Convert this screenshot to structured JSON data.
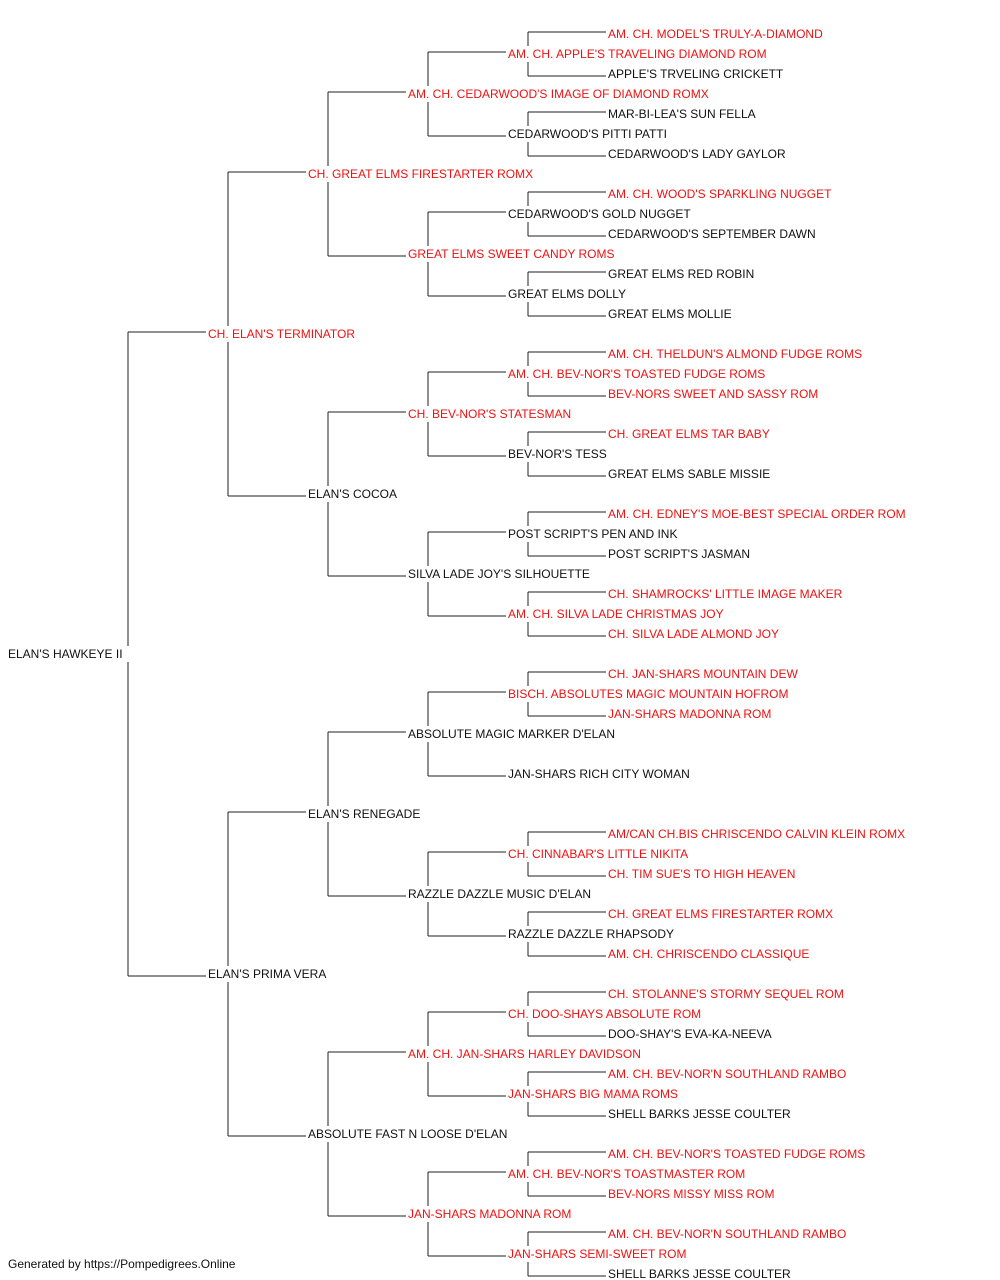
{
  "colors": {
    "champion": "#ee1111",
    "normal": "#111111",
    "line": "#222222"
  },
  "footer": "Generated by https://Pompedigrees.Online",
  "pedigree": {
    "name": "ELAN'S HAWKEYE II",
    "champion": false,
    "sire": {
      "name": "CH. ELAN'S TERMINATOR",
      "champion": true,
      "sire": {
        "name": "CH. GREAT ELMS FIRESTARTER ROMX",
        "champion": true,
        "sire": {
          "name": "AM. CH. CEDARWOOD'S IMAGE OF DIAMOND ROMX",
          "champion": true,
          "sire": {
            "name": "AM. CH. APPLE'S TRAVELING DIAMOND ROM",
            "champion": true,
            "sire": {
              "name": "AM. CH. MODEL'S TRULY-A-DIAMOND",
              "champion": true
            },
            "dam": {
              "name": "APPLE'S TRVELING CRICKETT",
              "champion": false
            }
          },
          "dam": {
            "name": "CEDARWOOD'S PITTI PATTI",
            "champion": false,
            "sire": {
              "name": "MAR-BI-LEA'S SUN FELLA",
              "champion": false
            },
            "dam": {
              "name": "CEDARWOOD'S LADY GAYLOR",
              "champion": false
            }
          }
        },
        "dam": {
          "name": "GREAT ELMS SWEET CANDY ROMS",
          "champion": true,
          "sire": {
            "name": "CEDARWOOD'S GOLD NUGGET",
            "champion": false,
            "sire": {
              "name": "AM. CH. WOOD'S SPARKLING NUGGET",
              "champion": true
            },
            "dam": {
              "name": "CEDARWOOD'S SEPTEMBER DAWN",
              "champion": false
            }
          },
          "dam": {
            "name": "GREAT ELMS DOLLY",
            "champion": false,
            "sire": {
              "name": "GREAT ELMS RED ROBIN",
              "champion": false
            },
            "dam": {
              "name": "GREAT ELMS MOLLIE",
              "champion": false
            }
          }
        }
      },
      "dam": {
        "name": "ELAN'S COCOA",
        "champion": false,
        "sire": {
          "name": "CH. BEV-NOR'S STATESMAN",
          "champion": true,
          "sire": {
            "name": "AM. CH. BEV-NOR'S TOASTED FUDGE ROMS",
            "champion": true,
            "sire": {
              "name": "AM. CH. THELDUN'S ALMOND FUDGE ROMS",
              "champion": true
            },
            "dam": {
              "name": "BEV-NORS SWEET AND SASSY ROM",
              "champion": true
            }
          },
          "dam": {
            "name": "BEV-NOR'S TESS",
            "champion": false,
            "sire": {
              "name": "CH. GREAT ELMS TAR BABY",
              "champion": true
            },
            "dam": {
              "name": "GREAT ELMS SABLE MISSIE",
              "champion": false
            }
          }
        },
        "dam": {
          "name": "SILVA LADE JOY'S SILHOUETTE",
          "champion": false,
          "sire": {
            "name": "POST SCRIPT'S PEN AND INK",
            "champion": false,
            "sire": {
              "name": "AM. CH. EDNEY'S MOE-BEST SPECIAL ORDER ROM",
              "champion": true
            },
            "dam": {
              "name": "POST SCRIPT'S JASMAN",
              "champion": false
            }
          },
          "dam": {
            "name": "AM. CH. SILVA LADE CHRISTMAS JOY",
            "champion": true,
            "sire": {
              "name": "CH. SHAMROCKS' LITTLE IMAGE MAKER",
              "champion": true
            },
            "dam": {
              "name": "CH. SILVA LADE ALMOND JOY",
              "champion": true
            }
          }
        }
      }
    },
    "dam": {
      "name": "ELAN'S PRIMA VERA",
      "champion": false,
      "sire": {
        "name": "ELAN'S RENEGADE",
        "champion": false,
        "sire": {
          "name": "ABSOLUTE MAGIC MARKER D'ELAN",
          "champion": false,
          "sire": {
            "name": "BISCH. ABSOLUTES MAGIC MOUNTAIN HOFROM",
            "champion": true,
            "sire": {
              "name": "CH. JAN-SHARS MOUNTAIN DEW",
              "champion": true
            },
            "dam": {
              "name": "JAN-SHARS MADONNA ROM",
              "champion": true
            }
          },
          "dam": {
            "name": "JAN-SHARS RICH CITY WOMAN",
            "champion": false
          }
        },
        "dam": {
          "name": "RAZZLE DAZZLE MUSIC D'ELAN",
          "champion": false,
          "sire": {
            "name": "CH. CINNABAR'S LITTLE NIKITA",
            "champion": true,
            "sire": {
              "name": "AM/CAN CH.BIS CHRISCENDO CALVIN KLEIN ROMX",
              "champion": true
            },
            "dam": {
              "name": "CH. TIM SUE'S TO HIGH HEAVEN",
              "champion": true
            }
          },
          "dam": {
            "name": "RAZZLE DAZZLE RHAPSODY",
            "champion": false,
            "sire": {
              "name": "CH. GREAT ELMS FIRESTARTER ROMX",
              "champion": true
            },
            "dam": {
              "name": "AM. CH. CHRISCENDO CLASSIQUE",
              "champion": true
            }
          }
        }
      },
      "dam": {
        "name": "ABSOLUTE FAST N LOOSE D'ELAN",
        "champion": false,
        "sire": {
          "name": "AM. CH. JAN-SHARS HARLEY DAVIDSON",
          "champion": true,
          "sire": {
            "name": "CH. DOO-SHAYS ABSOLUTE ROM",
            "champion": true,
            "sire": {
              "name": "CH. STOLANNE'S STORMY SEQUEL ROM",
              "champion": true
            },
            "dam": {
              "name": "DOO-SHAY'S EVA-KA-NEEVA",
              "champion": false
            }
          },
          "dam": {
            "name": "JAN-SHARS BIG MAMA ROMS",
            "champion": true,
            "sire": {
              "name": "AM. CH. BEV-NOR'N SOUTHLAND RAMBO",
              "champion": true
            },
            "dam": {
              "name": "SHELL BARKS JESSE COULTER",
              "champion": false
            }
          }
        },
        "dam": {
          "name": "JAN-SHARS MADONNA ROM",
          "champion": true,
          "sire": {
            "name": "AM. CH. BEV-NOR'S TOASTMASTER ROM",
            "champion": true,
            "sire": {
              "name": "AM. CH. BEV-NOR'S TOASTED FUDGE ROMS",
              "champion": true
            },
            "dam": {
              "name": "BEV-NORS MISSY MISS ROM",
              "champion": true
            }
          },
          "dam": {
            "name": "JAN-SHARS SEMI-SWEET ROM",
            "champion": true,
            "sire": {
              "name": "AM. CH. BEV-NOR'N SOUTHLAND RAMBO",
              "champion": true
            },
            "dam": {
              "name": "SHELL BARKS JESSE COULTER",
              "champion": false
            }
          }
        }
      }
    }
  }
}
